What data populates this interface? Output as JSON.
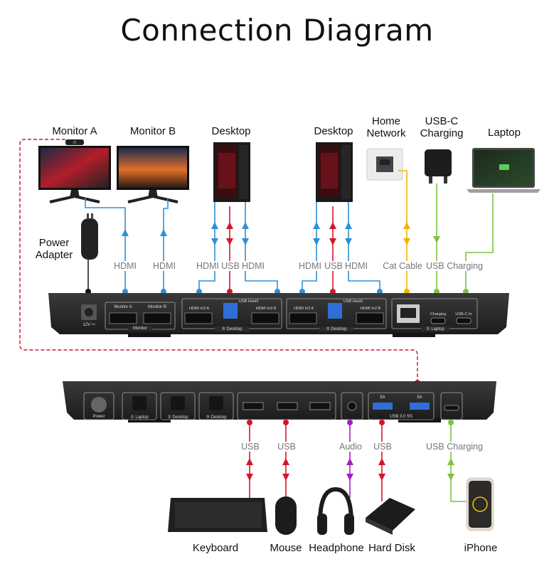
{
  "title": "Connection Diagram",
  "top_devices": {
    "monitor_a": "Monitor A",
    "monitor_b": "Monitor B",
    "desktop_1": "Desktop",
    "desktop_2": "Desktop",
    "home_network": "Home\nNetwork",
    "usbc_charging": "USB-C\nCharging",
    "laptop": "Laptop",
    "power_adapter": "Power\nAdapter"
  },
  "top_cables": {
    "hdmi_1": "HDMI",
    "hdmi_2": "HDMI",
    "hdmi_3": "HDMI",
    "usb_1": "USB",
    "hdmi_4": "HDMI",
    "hdmi_5": "HDMI",
    "usb_2": "USB",
    "hdmi_6": "HDMI",
    "cat": "Cat Cable",
    "usb_charging": "USB Charging"
  },
  "rear_panel": {
    "monitor_a": "Monitor A",
    "monitor_b": "Monitor B",
    "monitor": "Monitor",
    "dc": "12V ⎓",
    "host3": "USB Host3",
    "hdmi_in3a": "HDMI In3 A",
    "hdmi_in3b": "HDMI In3 B",
    "desktop3": "③ Desktop",
    "host2": "USB Host2",
    "hdmi_in2a": "HDMI In2 A",
    "hdmi_in2b": "HDMI In2 B",
    "desktop2": "② Desktop",
    "charging": "Charging",
    "usbc_in": "USB-C In",
    "laptop1": "① Laptop"
  },
  "front_panel": {
    "power": "Power",
    "laptop": "① Laptop",
    "desktop2": "② Desktop",
    "desktop3": "③ Desktop",
    "usb3": "USB 3.0 SS",
    "five_a_1": "5A",
    "five_a_2": "5A"
  },
  "bottom_cables": {
    "usb_1": "USB",
    "usb_2": "USB",
    "audio": "Audio",
    "usb_3": "USB",
    "usb_charging": "USB Charging"
  },
  "bottom_devices": {
    "keyboard": "Keyboard",
    "mouse": "Mouse",
    "headphone": "Headphone",
    "hard_disk": "Hard Disk",
    "iphone": "iPhone"
  },
  "colors": {
    "hdmi": "#2f8fd6",
    "usb": "#d0182b",
    "cat": "#f2b400",
    "charging": "#7cc243",
    "audio": "#a020c0",
    "power": "#d0182b",
    "device_body": "#2b2b2b"
  }
}
